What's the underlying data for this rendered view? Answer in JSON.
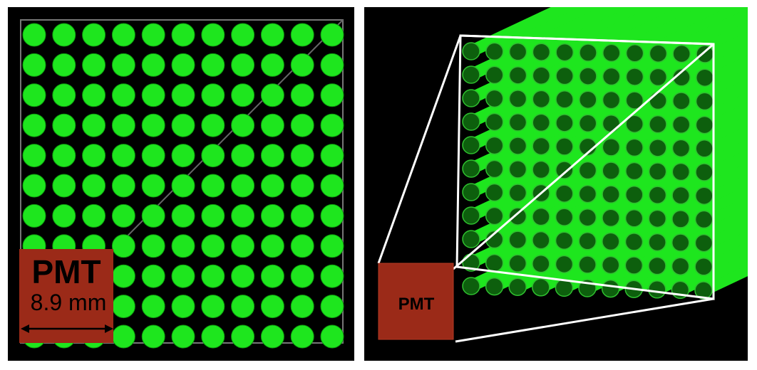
{
  "left_panel": {
    "grid": {
      "rows": 11,
      "cols": 11
    },
    "pmt": {
      "label": "PMT",
      "dimension": "8.9 mm"
    }
  },
  "right_panel": {
    "grid": {
      "rows": 11,
      "cols": 11
    },
    "pmt": {
      "label": "PMT"
    }
  },
  "colors": {
    "background": "#000000",
    "fiber_bright": "#1ee61e",
    "fiber_end_dark": "#0d5f0d",
    "pmt": "#9b2a18",
    "outline": "#ffffff",
    "frame": "#777777"
  }
}
